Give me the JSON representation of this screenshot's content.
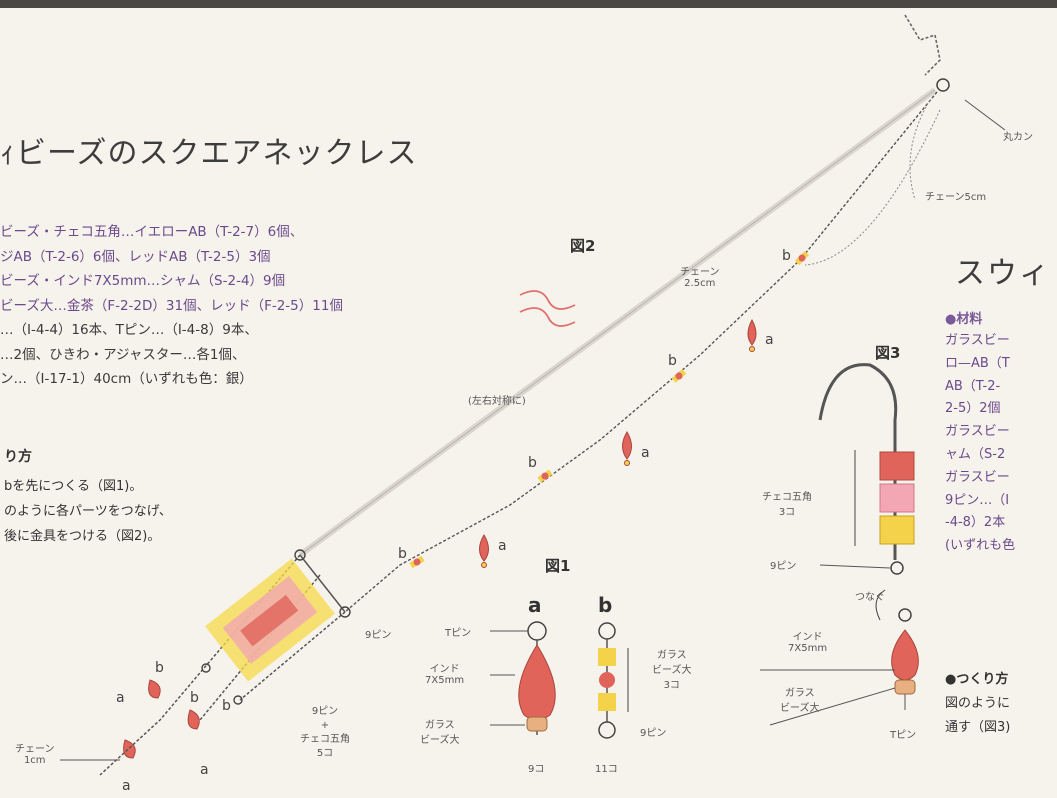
{
  "title": "ｨビーズのスクエアネックレス",
  "materials_lines": [
    "ビーズ・チェコ五角…イエローAB（T-2-7）6個、",
    "ジAB（T-2-6）6個、レッドAB（T-2-5）3個",
    "ビーズ・インド7X5mm…シャム（S-2-4）9個",
    "ビーズ大…金茶（F-2-2D）31個、レッド（F-2-5）11個",
    "…（I-4-4）16本、Tピン…（I-4-8）9本、",
    "…2個、ひきわ・アジャスター…各1個、",
    "ン…（I-17-1）40cm（いずれも色：銀）"
  ],
  "howto_heading": "り方",
  "howto_lines": [
    "bを先につくる（図1)。",
    "のように各パーツをつなげ、",
    "後に金具をつける（図2)。"
  ],
  "fig2": {
    "label": "図2",
    "symmetric_note": "(左右対称に)",
    "maru_kan": "丸カン",
    "chain_5cm": "チェーン5cm",
    "chain_25_line1": "チェーン",
    "chain_25_line2": "2.5cm",
    "chain_1_line1": "チェーン",
    "chain_1_line2": "1cm",
    "nine_pin": "9ピン",
    "combo_line1": "9ピン",
    "combo_line2": "+",
    "combo_line3": "チェコ五角",
    "combo_line4": "5コ",
    "letter_a": "a",
    "letter_b": "b"
  },
  "fig1": {
    "label": "図1",
    "a": "a",
    "b": "b",
    "t_pin": "Tピン",
    "india_line1": "インド",
    "india_line2": "7X5mm",
    "glass_line1": "ガラス",
    "glass_line2": "ビーズ大",
    "gb_line1": "ガラス",
    "gb_line2": "ビーズ大",
    "gb_line3": "3コ",
    "nine_pin": "9ピン",
    "count_a": "9コ",
    "count_b": "11コ"
  },
  "fig3": {
    "label": "図3",
    "czech_line1": "チェコ五角",
    "czech_line2": "3コ",
    "nine_pin": "9ピン",
    "connect": "つなぐ",
    "india_line1": "インド",
    "india_line2": "7X5mm",
    "glass_line1": "ガラス",
    "glass_line2": "ビーズ大",
    "t_pin": "Tピン"
  },
  "right": {
    "title": "スウィ",
    "materials_heading": "●材料",
    "materials_lines": [
      "ガラスビー",
      "ロ—AB（T",
      "AB（T-2-",
      "2-5）2個",
      "ガラスビー",
      "ャム（S-2",
      "ガラスビー",
      "9ピン…（I",
      "-4-8）2本",
      "(いずれも色"
    ],
    "howto_heading": "●つくり方",
    "howto_lines": [
      "図のように",
      "通す（図3)"
    ]
  },
  "colors": {
    "bead_red": "#e0645a",
    "bead_pink": "#f3a7b4",
    "bead_yellow": "#f4d24a",
    "purple_text": "#6b4a8c",
    "chain": "#555555"
  }
}
